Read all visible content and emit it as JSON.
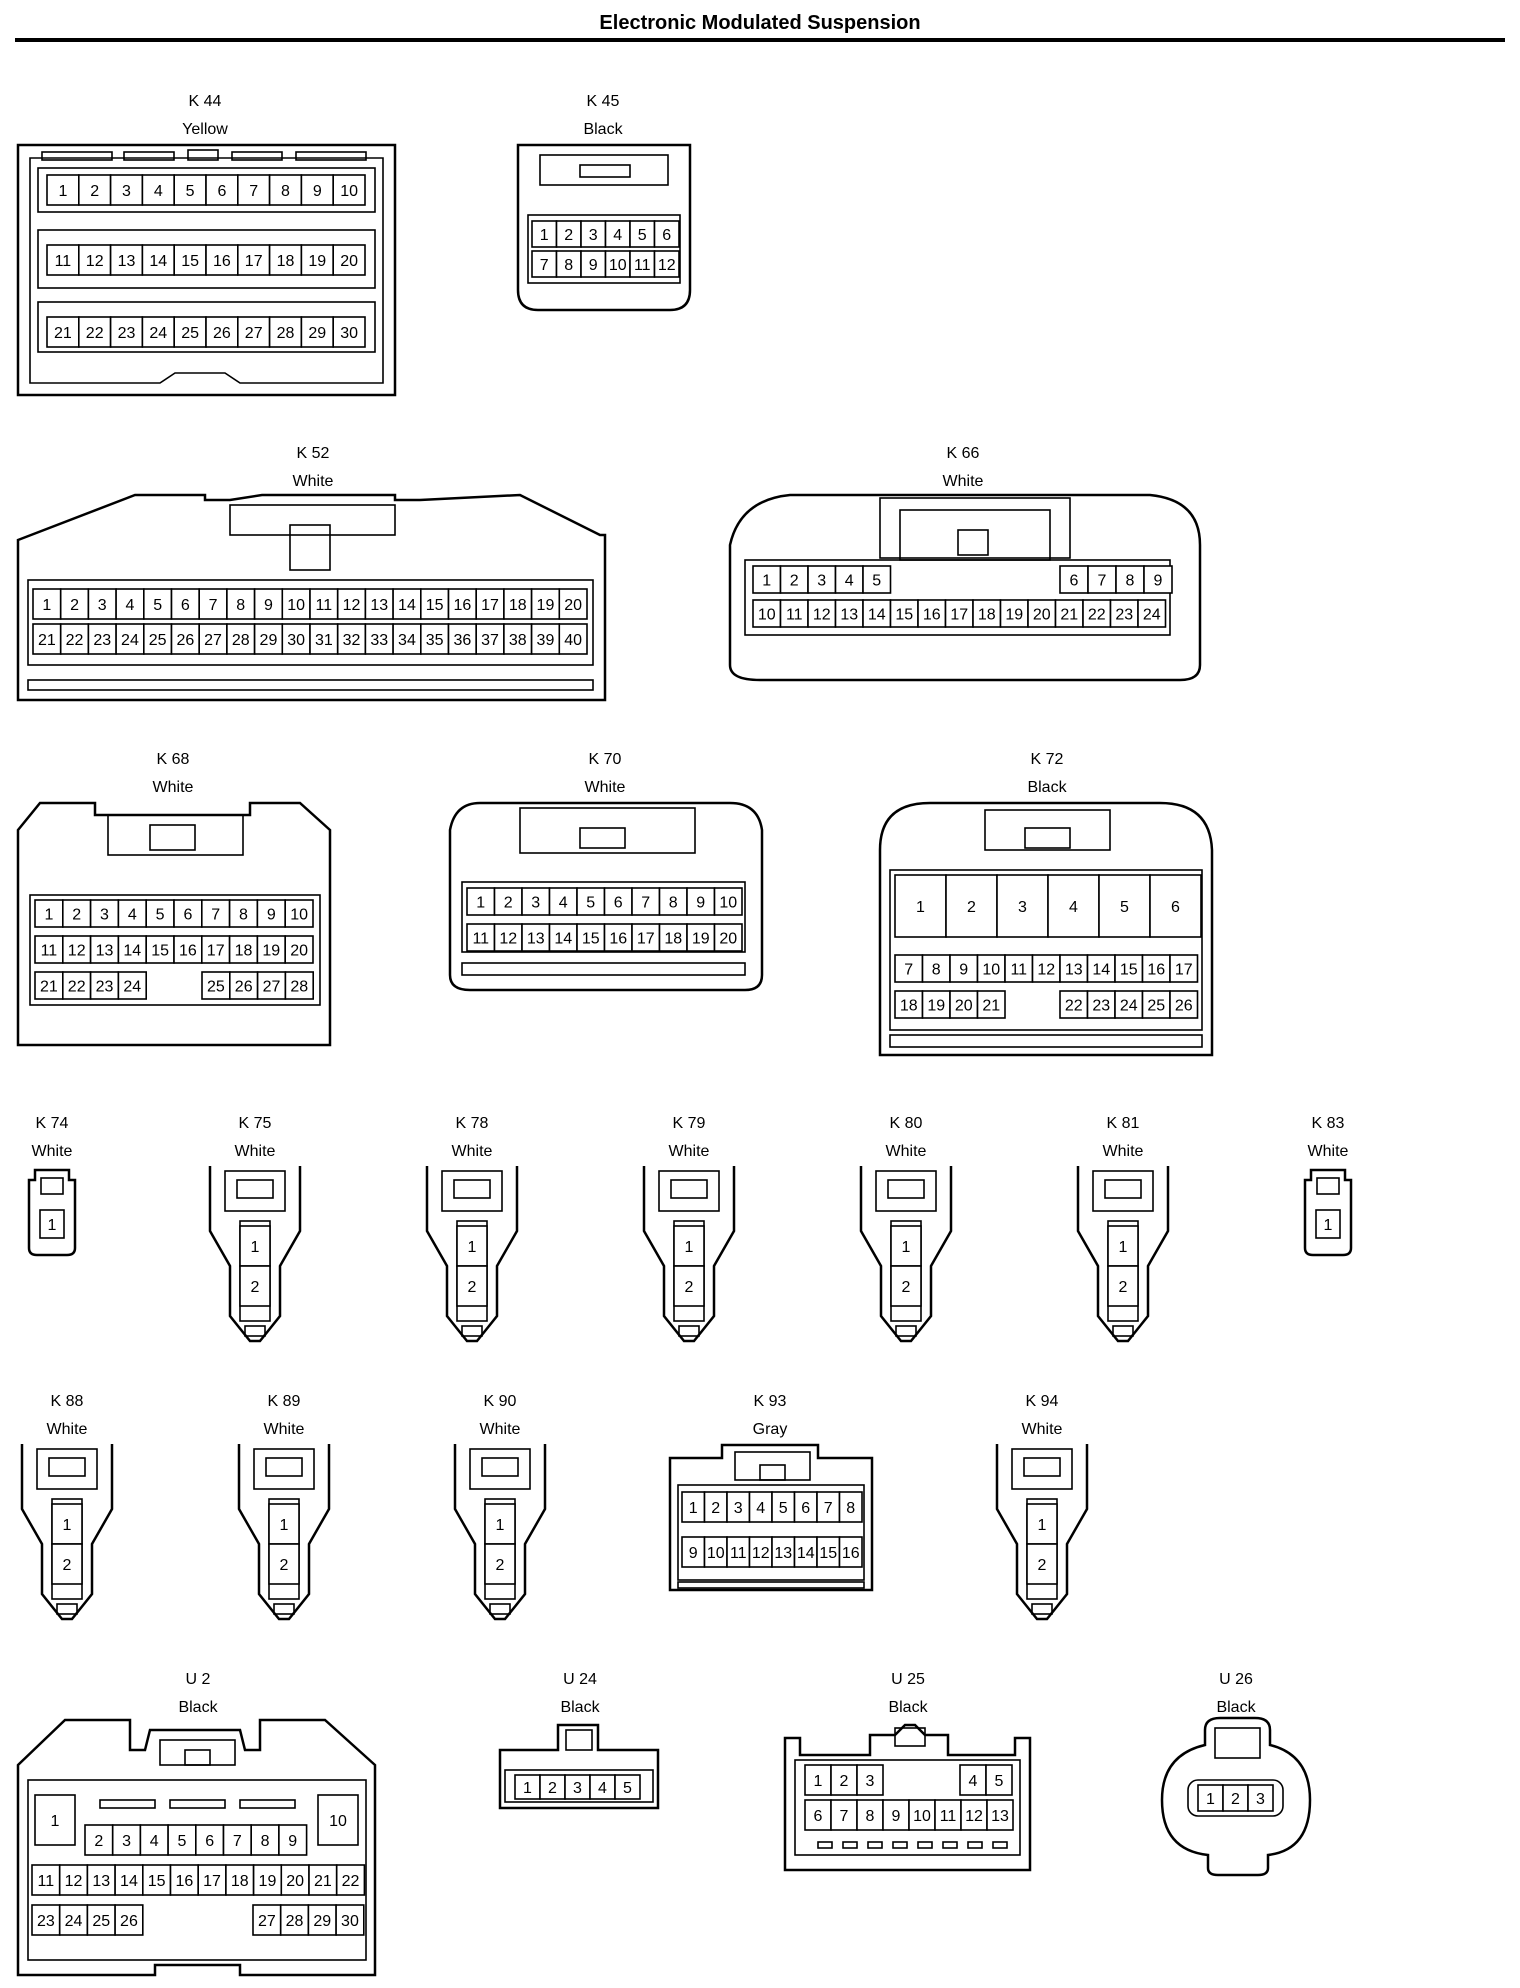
{
  "title": "Electronic Modulated Suspension",
  "connectors": {
    "k44": {
      "id": "K 44",
      "color": "Yellow",
      "pins": [
        "1",
        "2",
        "3",
        "4",
        "5",
        "6",
        "7",
        "8",
        "9",
        "10",
        "11",
        "12",
        "13",
        "14",
        "15",
        "16",
        "17",
        "18",
        "19",
        "20",
        "21",
        "22",
        "23",
        "24",
        "25",
        "26",
        "27",
        "28",
        "29",
        "30"
      ]
    },
    "k45": {
      "id": "K 45",
      "color": "Black",
      "pins": [
        "1",
        "2",
        "3",
        "4",
        "5",
        "6",
        "7",
        "8",
        "9",
        "10",
        "11",
        "12"
      ]
    },
    "k52": {
      "id": "K 52",
      "color": "White",
      "pins": [
        "1",
        "2",
        "3",
        "4",
        "5",
        "6",
        "7",
        "8",
        "9",
        "10",
        "11",
        "12",
        "13",
        "14",
        "15",
        "16",
        "17",
        "18",
        "19",
        "20",
        "21",
        "22",
        "23",
        "24",
        "25",
        "26",
        "27",
        "28",
        "29",
        "30",
        "31",
        "32",
        "33",
        "34",
        "35",
        "36",
        "37",
        "38",
        "39",
        "40"
      ]
    },
    "k66": {
      "id": "K 66",
      "color": "White",
      "pins": [
        "1",
        "2",
        "3",
        "4",
        "5",
        "6",
        "7",
        "8",
        "9",
        "10",
        "11",
        "12",
        "13",
        "14",
        "15",
        "16",
        "17",
        "18",
        "19",
        "20",
        "21",
        "22",
        "23",
        "24"
      ]
    },
    "k68": {
      "id": "K 68",
      "color": "White",
      "pins": [
        "1",
        "2",
        "3",
        "4",
        "5",
        "6",
        "7",
        "8",
        "9",
        "10",
        "11",
        "12",
        "13",
        "14",
        "15",
        "16",
        "17",
        "18",
        "19",
        "20",
        "21",
        "22",
        "23",
        "24",
        "25",
        "26",
        "27",
        "28"
      ]
    },
    "k70": {
      "id": "K 70",
      "color": "White",
      "pins": [
        "1",
        "2",
        "3",
        "4",
        "5",
        "6",
        "7",
        "8",
        "9",
        "10",
        "11",
        "12",
        "13",
        "14",
        "15",
        "16",
        "17",
        "18",
        "19",
        "20"
      ]
    },
    "k72": {
      "id": "K 72",
      "color": "Black",
      "pins": [
        "1",
        "2",
        "3",
        "4",
        "5",
        "6",
        "7",
        "8",
        "9",
        "10",
        "11",
        "12",
        "13",
        "14",
        "15",
        "16",
        "17",
        "18",
        "19",
        "20",
        "21",
        "22",
        "23",
        "24",
        "25",
        "26"
      ]
    },
    "k74": {
      "id": "K 74",
      "color": "White",
      "pins": [
        "1"
      ]
    },
    "k75": {
      "id": "K 75",
      "color": "White",
      "pins": [
        "1",
        "2"
      ]
    },
    "k78": {
      "id": "K 78",
      "color": "White",
      "pins": [
        "1",
        "2"
      ]
    },
    "k79": {
      "id": "K 79",
      "color": "White",
      "pins": [
        "1",
        "2"
      ]
    },
    "k80": {
      "id": "K 80",
      "color": "White",
      "pins": [
        "1",
        "2"
      ]
    },
    "k81": {
      "id": "K 81",
      "color": "White",
      "pins": [
        "1",
        "2"
      ]
    },
    "k83": {
      "id": "K 83",
      "color": "White",
      "pins": [
        "1"
      ]
    },
    "k88": {
      "id": "K 88",
      "color": "White",
      "pins": [
        "1",
        "2"
      ]
    },
    "k89": {
      "id": "K 89",
      "color": "White",
      "pins": [
        "1",
        "2"
      ]
    },
    "k90": {
      "id": "K 90",
      "color": "White",
      "pins": [
        "1",
        "2"
      ]
    },
    "k93": {
      "id": "K 93",
      "color": "Gray",
      "pins": [
        "1",
        "2",
        "3",
        "4",
        "5",
        "6",
        "7",
        "8",
        "9",
        "10",
        "11",
        "12",
        "13",
        "14",
        "15",
        "16"
      ]
    },
    "k94": {
      "id": "K 94",
      "color": "White",
      "pins": [
        "1",
        "2"
      ]
    },
    "u2": {
      "id": "U 2",
      "color": "Black",
      "pins": [
        "1",
        "2",
        "3",
        "4",
        "5",
        "6",
        "7",
        "8",
        "9",
        "10",
        "11",
        "12",
        "13",
        "14",
        "15",
        "16",
        "17",
        "18",
        "19",
        "20",
        "21",
        "22",
        "23",
        "24",
        "25",
        "26",
        "27",
        "28",
        "29",
        "30"
      ]
    },
    "u24": {
      "id": "U 24",
      "color": "Black",
      "pins": [
        "1",
        "2",
        "3",
        "4",
        "5"
      ]
    },
    "u25": {
      "id": "U 25",
      "color": "Black",
      "pins": [
        "1",
        "2",
        "3",
        "4",
        "5",
        "6",
        "7",
        "8",
        "9",
        "10",
        "11",
        "12",
        "13"
      ]
    },
    "u26": {
      "id": "U 26",
      "color": "Black",
      "pins": [
        "1",
        "2",
        "3"
      ]
    }
  }
}
